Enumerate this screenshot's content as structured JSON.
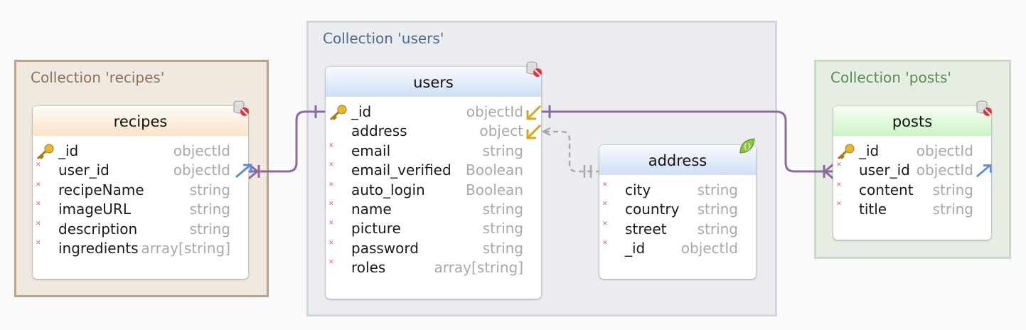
{
  "groups": {
    "recipes": "Collection 'recipes'",
    "users": "Collection 'users'",
    "posts": "Collection 'posts'"
  },
  "entities": {
    "recipes": {
      "title": "recipes",
      "fields": [
        {
          "name": "_id",
          "type": "objectId"
        },
        {
          "name": "user_id",
          "type": "objectId"
        },
        {
          "name": "recipeName",
          "type": "string"
        },
        {
          "name": "imageURL",
          "type": "string"
        },
        {
          "name": "description",
          "type": "string"
        },
        {
          "name": "ingredients",
          "type": "array[string]"
        }
      ]
    },
    "users": {
      "title": "users",
      "fields": [
        {
          "name": "_id",
          "type": "objectId"
        },
        {
          "name": "address",
          "type": "object"
        },
        {
          "name": "email",
          "type": "string"
        },
        {
          "name": "email_verified",
          "type": "Boolean"
        },
        {
          "name": "auto_login",
          "type": "Boolean"
        },
        {
          "name": "name",
          "type": "string"
        },
        {
          "name": "picture",
          "type": "string"
        },
        {
          "name": "password",
          "type": "string"
        },
        {
          "name": "roles",
          "type": "array[string]"
        }
      ]
    },
    "address": {
      "title": "address",
      "fields": [
        {
          "name": "city",
          "type": "string"
        },
        {
          "name": "country",
          "type": "string"
        },
        {
          "name": "street",
          "type": "string"
        },
        {
          "name": "_id",
          "type": "objectId"
        }
      ]
    },
    "posts": {
      "title": "posts",
      "fields": [
        {
          "name": "_id",
          "type": "objectId"
        },
        {
          "name": "user_id",
          "type": "objectId"
        },
        {
          "name": "content",
          "type": "string"
        },
        {
          "name": "title",
          "type": "string"
        }
      ]
    }
  },
  "colors": {
    "relation": "#8c6a9b",
    "embedded": "#a9a9a9",
    "required_marker": "#e0636a"
  }
}
